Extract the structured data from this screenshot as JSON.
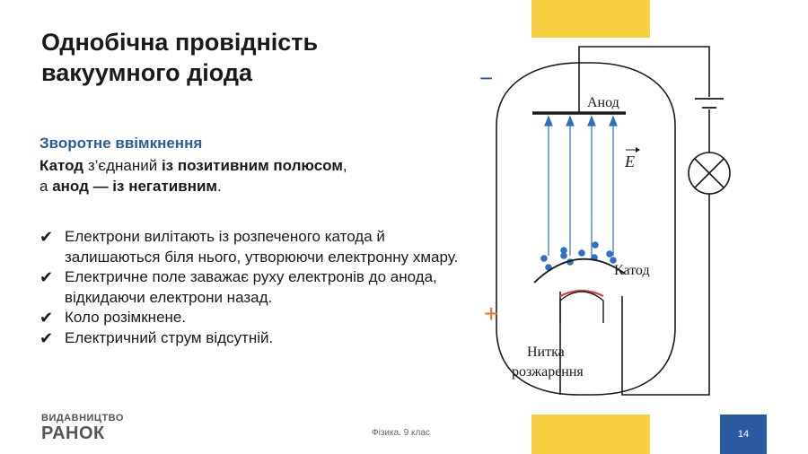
{
  "slide": {
    "title_line1": "Однобічна провідність",
    "title_line2": "вакуумного діода",
    "subtitle": "Зворотне ввімкнення",
    "statement": {
      "cathode": "Катод",
      "connected": " з’єднаний ",
      "to_positive": "із позитивним полюсом",
      "comma": ",",
      "and": "а ",
      "anode_negative": "анод — із негативним",
      "period": "."
    },
    "bullets": [
      "Електрони вилітають із розпеченого катода й залишаються біля нього, утворюючи електронну хмару.",
      "Електричне поле заважає руху електронів до анода, відкидаючи електрони назад.",
      "Коло розімкнене.",
      "Електричний струм відсутній."
    ],
    "check_symbol": "✔"
  },
  "diagram": {
    "anode_label": "Анод",
    "cathode_label": "Катод",
    "filament_label_line1": "Нитка",
    "filament_label_line2": "розжарення",
    "field_label": "E",
    "minus_sign": "−",
    "plus_sign": "+"
  },
  "footer": {
    "logo_line1": "ВИДАВНИЦТВО",
    "logo_line2": "РАНОК",
    "course": "Фізика. 9 клас",
    "page_number": "14"
  },
  "colors": {
    "accent_blue": "#2c5aa0",
    "accent_yellow": "#f9cf42",
    "sign_orange": "#e8702a",
    "electron_blue": "#2f6fc6",
    "filament_red": "#d9434a"
  }
}
